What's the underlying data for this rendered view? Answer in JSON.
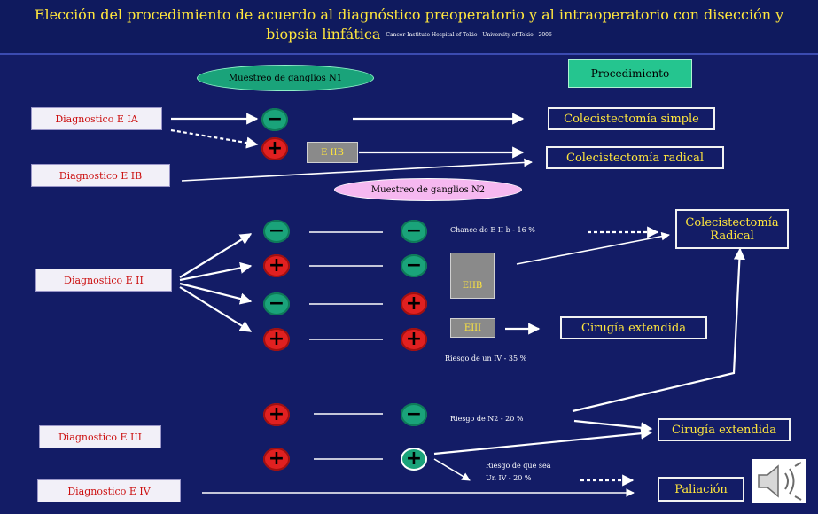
{
  "title": {
    "line1": "Elección del procedimiento de acuerdo al diagnóstico preoperatorio y al intraoperatorio con disección y",
    "line2": "biopsia linfática",
    "source": "Cancer Institute Hospital of Tokio - University of Tokio - 2006"
  },
  "labels": {
    "sampling_n1": "Muestreo de ganglios N1",
    "procedure": "Procedimiento",
    "sampling_n2": "Muestreo de  ganglios N2"
  },
  "diagnoses": {
    "e_ia": "Diagnostico E IA",
    "e_ib": "Diagnostico E IB",
    "e_ii": "Diagnostico E II",
    "e_iii": "Diagnostico E III",
    "e_iv": "Diagnostico E IV"
  },
  "stages": {
    "e_iib_top": "E IIB",
    "e_iib_mid": "EIIB",
    "e_iii": "EIII"
  },
  "outcomes": {
    "simple": "Colecistectomía simple",
    "radical": "Colecistectomía radical",
    "radical2": "Colecistectomía Radical",
    "extended1": "Cirugía extendida",
    "extended2": "Cirugía extendida",
    "palliation": "Paliación"
  },
  "notes": {
    "chance": "Chance de E II b - 16 %",
    "risk_iv": "Riesgo de un IV  -  35  %",
    "risk_n2": "Riesgo de N2 - 20 %",
    "risk_iv2_a": "Riesgo de que sea",
    "risk_iv2_b": "Un IV  -  20 %"
  },
  "symbols": {
    "minus": "−",
    "plus": "+"
  },
  "colors": {
    "background": "#131c66",
    "title_text": "#ffe63d",
    "diagnosis_text": "#cc1010",
    "node_negative": "#1aa37a",
    "node_positive": "#e02020",
    "oval_n1": "#1aa37a",
    "oval_n2": "#f6b8f0",
    "procedure_box": "#25c58f"
  },
  "icons": {
    "speaker": "speaker-icon"
  }
}
